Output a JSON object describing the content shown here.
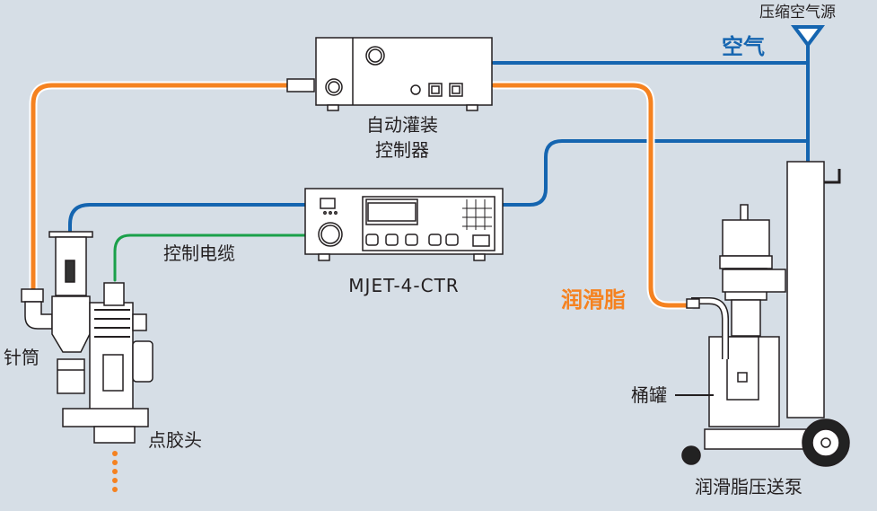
{
  "labels": {
    "air_source": "压缩空气源",
    "air": "空气",
    "controller_line1": "自动灌装",
    "controller_line2": "控制器",
    "mjet": "MJET-4-CTR",
    "control_cable": "控制电缆",
    "grease": "润滑脂",
    "syringe": "针筒",
    "dispense_head": "点胶头",
    "bucket": "桶罐",
    "pump": "润滑脂压送泵"
  },
  "colors": {
    "air_line": "#1565b0",
    "grease_line": "#f58220",
    "cable_line": "#1aa04a",
    "background": "#d6dee6"
  }
}
